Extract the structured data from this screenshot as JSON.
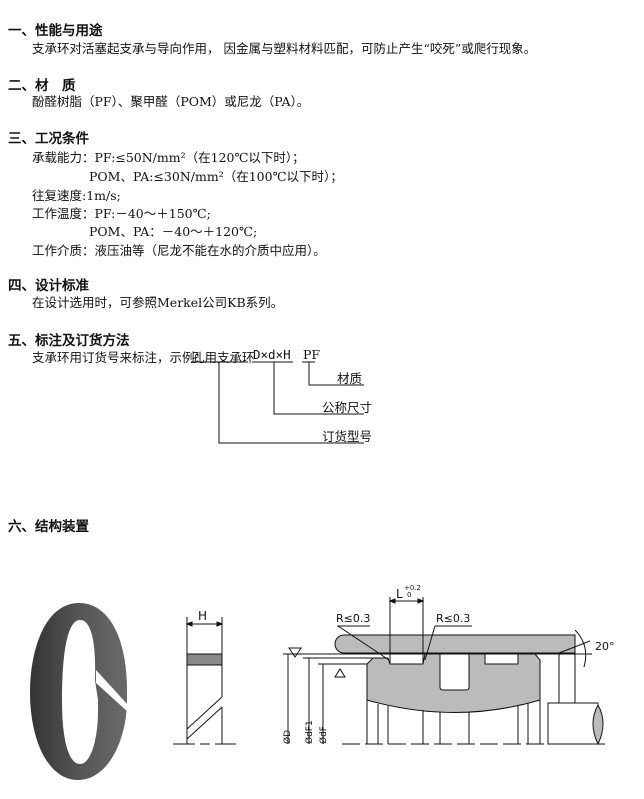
{
  "sections": {
    "s1": {
      "title": "一、性能与用途",
      "lines": [
        "支承环对活塞起支承与导向作用， 因金属与塑料材料匹配，可防止产生“咬死”或爬行现象。"
      ]
    },
    "s2": {
      "title": "二、材　质",
      "lines": [
        "酚醛树脂（PF）、聚甲醛（POM）或尼龙（PA）。"
      ]
    },
    "s3": {
      "title": "三、工况条件",
      "lines": [
        "承载能力：PF:≤50N/mm²（在120℃以下时）；",
        "POM、PA:≤30N/mm²（在100℃以下时）；",
        "往复速度:1m/s;",
        "工作温度：PF:－40～＋150℃;",
        "POM、PA：－40～＋120℃;",
        "工作介质：液压油等（尼龙不能在水的介质中应用）。"
      ]
    },
    "s4": {
      "title": "四、设计标准",
      "lines": [
        "在设计选用时，可参照Merkel公司KB系列。"
      ]
    },
    "s5": {
      "title": "五、标注及订货方法",
      "intro": "支承环用订货号来标注，示例：",
      "example": {
        "part1": "孔用支承环",
        "part2": "D×d×H",
        "part3": "PF"
      },
      "labels": [
        "材质",
        "公称尺寸",
        "订货型号"
      ]
    },
    "s6": {
      "title": "六、结构装置"
    }
  },
  "drawing": {
    "h_label": "H",
    "l_label": "L",
    "tol_upper": "+0.2",
    "tol_lower": "0",
    "r_left": "R≤0.3",
    "r_right": "R≤0.3",
    "angle": "20°",
    "d_label": "ØD",
    "df1_label": "ØdF1",
    "df_label": "ØdF"
  }
}
